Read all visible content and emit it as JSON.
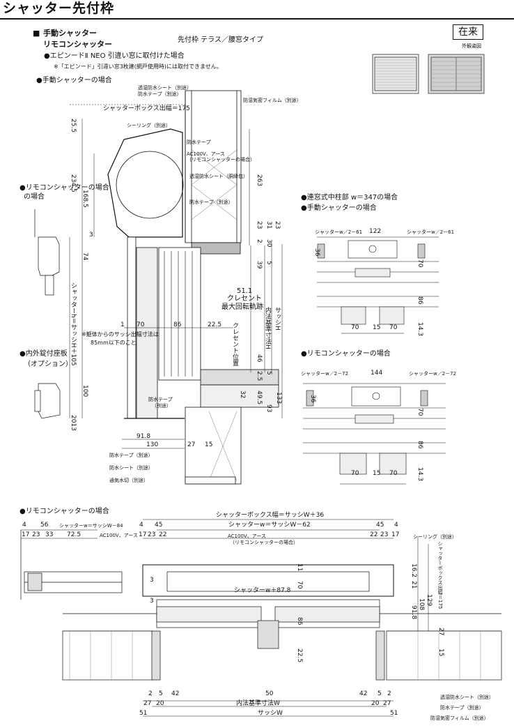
{
  "title": "シャッター先付枠",
  "head": {
    "square": "■",
    "line1": "手動シャッター",
    "line2": "リモコンシャッター",
    "type_label": "先付枠  テラス／腰窓タイプ",
    "bullet_neo": "●エピンードⅡ NEO 引違い窓に取付けた場合",
    "note_neo": "※「エピンード」引違い窓3枚建(網戸使用時)には取付できません。",
    "zairai": "在来",
    "gaikan": "外観姿図"
  },
  "labels": {
    "manual_case": "●手動シャッターの場合",
    "remote_case_side": "●リモコンシャッターの場合",
    "remote_case_side2": "の場合",
    "inner_lock": "●内外錠付座板",
    "option": "（オプション）",
    "renso": "●連窓式中柱部  w＝347の場合",
    "renso_manual": "●手動シャッターの場合",
    "renso_remote": "●リモコンシャッターの場合",
    "bottom_remote": "●リモコンシャッターの場合",
    "box_width_note": "シャッターボックス出幅＝175",
    "sealing": "シーリング（別途）",
    "waterproof_tape": "防水テープ",
    "ac100": "AC100V、アース",
    "remote_paren": "（リモコンシャッターの場合）",
    "moisture_sheet_top": "透湿防水シート（別途）",
    "waterproof_tape2": "防水テープ（別途）",
    "moisture_film": "防湿気密フィルム（別途）",
    "moisture_sheet_mid": "透湿防水シート（胴縁包）",
    "waterproof_tape_mid": "防水テープ（別途）",
    "crescent": "クレセント",
    "crescent_track": "最大回転軌跡",
    "crescent_pos": "クレセント位置",
    "inner_size": "内法基準寸法H",
    "sash_h": "サッシH",
    "shutter_h": "シャッターh＝サッシH＋105",
    "note_body1": "※躯体からのサッシ出幅寸法は",
    "note_body2": "85mm以下のこと",
    "wp_tape_b": "防水テープ",
    "wp_tape_b2": "（別途）",
    "wp_tape_c": "防水テープ（別途）",
    "wp_sheet_c": "防水シート（別途）",
    "vent": "通気水切（別途）",
    "box_width": "シャッターボックス幅＝サッシW＋36",
    "shutter_w": "シャッターw＝サッシW－62",
    "shutter_w84": "シャッターw＝サッシW－84",
    "shutter_w878": "シャッターw＋87.8",
    "sealing_b": "シーリング（別途）",
    "box_depth_v": "シャッターボックス出幅＝175",
    "inner_w": "内法基準寸法W",
    "sash_w": "サッシW",
    "moist_sheet_b": "透湿防水シート（別途）",
    "wp_tape_bb": "防水テープ（別途）",
    "moist_film_b": "防湿気密フィルム（別途）",
    "sw2_61": "シャッターw／2－61",
    "sw2_72": "シャッターw／2－72"
  },
  "dims": {
    "d255": "25.5",
    "d2345": "234.5",
    "d1685": "168.5",
    "d3": "3",
    "d74": "74",
    "d263": "263",
    "d23": "23",
    "d31": "31",
    "d30": "30",
    "d2": "2",
    "d523": "5",
    "d39": "39",
    "d511": "51.1",
    "d225": "22.5",
    "d1": "1",
    "d70": "70",
    "d86": "86",
    "d46": "46",
    "d25": "2.5",
    "d32": "32",
    "d495": "49.5",
    "d133": "133",
    "d93": "93",
    "d100": "100",
    "d2013": "2013",
    "d918": "91.8",
    "d130": "130",
    "d27": "27",
    "d15": "15",
    "r122": "122",
    "r36": "36",
    "r70": "70",
    "r86": "86",
    "r15": "15",
    "r143": "14.3",
    "r144": "144",
    "b4": "4",
    "b56": "56",
    "b17": "17",
    "b23": "23",
    "b33": "33",
    "b725": "72.5",
    "b45": "45",
    "b22": "22",
    "b11": "11",
    "b70": "70",
    "b3": "3",
    "b162": "16.2",
    "b21": "21",
    "b918": "91.8",
    "b108": "108",
    "b129": "129",
    "b86": "86",
    "b225": "22.5",
    "b15": "15",
    "b27": "27",
    "b2": "2",
    "b5": "5",
    "b42": "42",
    "b50": "50",
    "b20": "20",
    "b51": "51"
  }
}
